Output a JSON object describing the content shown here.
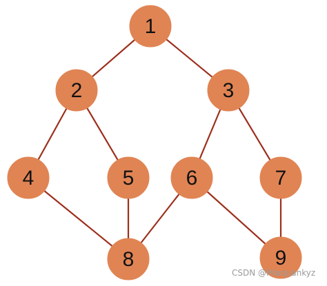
{
  "colors": {
    "node_fill": "#e08454",
    "node_stroke": "#e08454",
    "edge": "#9c2f1c",
    "label": "#111111"
  },
  "graph": {
    "nodes": [
      {
        "id": "1",
        "label": "1"
      },
      {
        "id": "2",
        "label": "2"
      },
      {
        "id": "3",
        "label": "3"
      },
      {
        "id": "4",
        "label": "4"
      },
      {
        "id": "5",
        "label": "5"
      },
      {
        "id": "6",
        "label": "6"
      },
      {
        "id": "7",
        "label": "7"
      },
      {
        "id": "8",
        "label": "8"
      },
      {
        "id": "9",
        "label": "9"
      }
    ],
    "edges": [
      {
        "from": "1",
        "to": "2"
      },
      {
        "from": "1",
        "to": "3"
      },
      {
        "from": "2",
        "to": "4"
      },
      {
        "from": "2",
        "to": "5"
      },
      {
        "from": "3",
        "to": "6"
      },
      {
        "from": "3",
        "to": "7"
      },
      {
        "from": "4",
        "to": "8"
      },
      {
        "from": "5",
        "to": "8"
      },
      {
        "from": "6",
        "to": "8"
      },
      {
        "from": "6",
        "to": "9"
      },
      {
        "from": "7",
        "to": "9"
      }
    ]
  },
  "watermark": "CSDN @Miaquankyz"
}
